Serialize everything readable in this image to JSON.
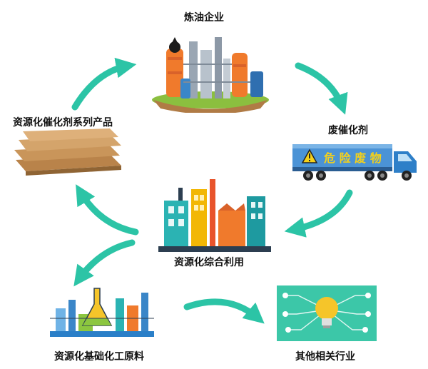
{
  "nodes": {
    "refinery": "炼油企业",
    "spent_catalyst": "废催化剂",
    "truck_sign": "危 险 废 物",
    "catalyst_products": "资源化催化剂系列产品",
    "comprehensive_use": "资源化综合利用",
    "chem_raw_materials": "资源化基础化工原料",
    "other_industries": "其他相关行业"
  },
  "colors": {
    "arrow": "#2cc4a6",
    "refinery_orange": "#f07a2c",
    "factory_teal": "#2bb3b3",
    "truck_blue": "#2e7fc8",
    "bulb_yellow": "#f5c52a",
    "tech_bg": "#3cc7a8",
    "catalyst_bag": "#c9955a"
  }
}
